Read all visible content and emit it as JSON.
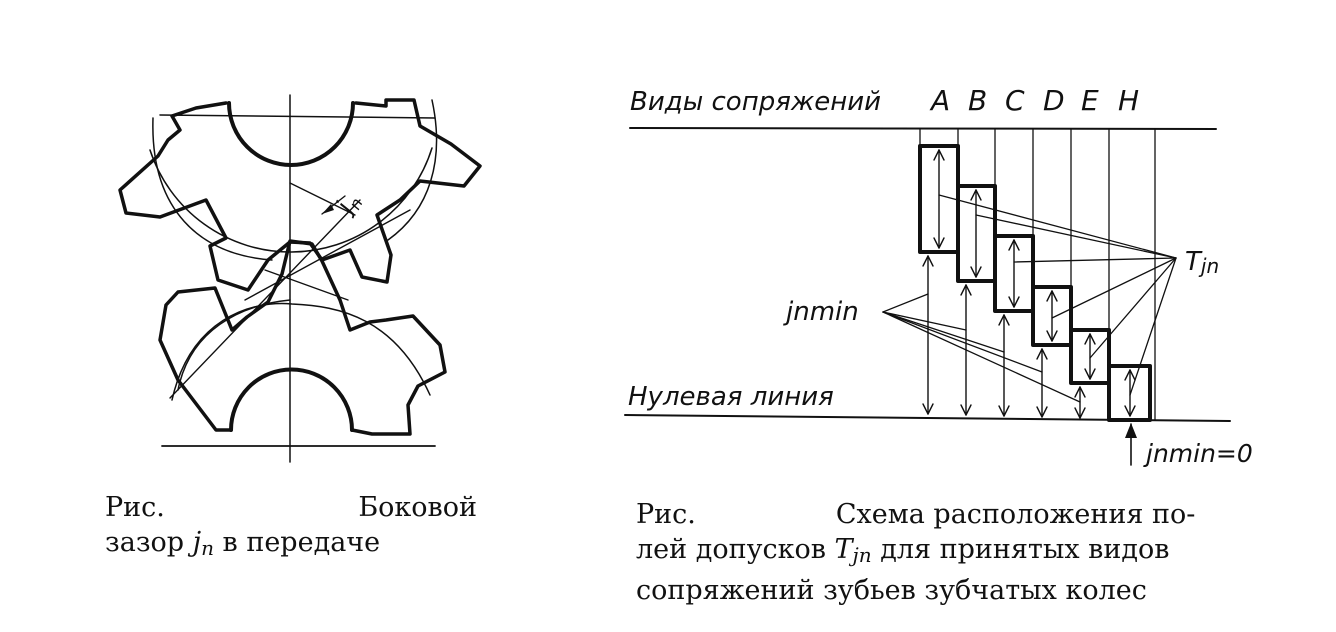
{
  "left_figure": {
    "label": "j",
    "label_sub": "n",
    "caption": {
      "prefix": "Рис.",
      "word": "Боковой",
      "line2_a": "зазор",
      "symbol": "j",
      "symbol_sub": "n",
      "line2_b": "в передаче"
    }
  },
  "right_figure": {
    "header": "Виды сопряжений",
    "letters": [
      "A",
      "B",
      "C",
      "D",
      "E",
      "H"
    ],
    "zero_line": "Нулевая линия",
    "t_label": "T",
    "t_sub": "jn",
    "jmin_label": "jnmin",
    "jmin_zero": "jnmin=0",
    "caption": {
      "prefix": "Рис.",
      "line1": "Схема расположения по-",
      "line2_a": "лей допусков",
      "symbol": "T",
      "symbol_sub": "jn",
      "line2_b": "для принятых видов",
      "line3": "сопряжений зубьев зубчатых колес"
    }
  }
}
